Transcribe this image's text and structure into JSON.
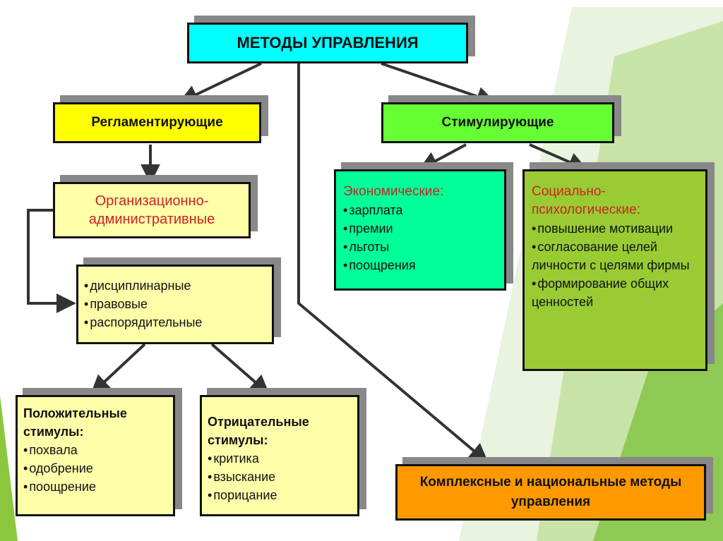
{
  "diagram": {
    "title": "МЕТОДЫ УПРАВЛЕНИЯ",
    "regulating": "Регламентирующие",
    "stimulating": "Стимулирующие",
    "org_admin": "Организационно-административные",
    "org_items": [
      "дисциплинарные",
      "правовые",
      "распорядительные"
    ],
    "positive": {
      "heading": "Положительные стимулы:",
      "items": [
        "похвала",
        "одобрение",
        "поощрение"
      ]
    },
    "negative": {
      "heading": "Отрицательные стимулы:",
      "items": [
        "критика",
        "взыскание",
        "порицание"
      ]
    },
    "economic": {
      "heading": "Экономические:",
      "items": [
        "зарплата",
        "премии",
        "льготы",
        "поощрения"
      ]
    },
    "social": {
      "heading": "Социально-психологические:",
      "items": [
        "повышение мотивации",
        "согласование целей личности с целями фирмы",
        "формирование общих ценностей"
      ]
    },
    "complex": "Комплексные и национальные методы управления"
  },
  "colors": {
    "title_bg": "#00ffff",
    "regulating_bg": "#ffff00",
    "stimulating_bg": "#66ff33",
    "org_bg": "#ffffaa",
    "economic_bg": "#00ff99",
    "social_bg": "#99cc33",
    "complex_bg": "#ff9900",
    "connector": "#333333"
  }
}
